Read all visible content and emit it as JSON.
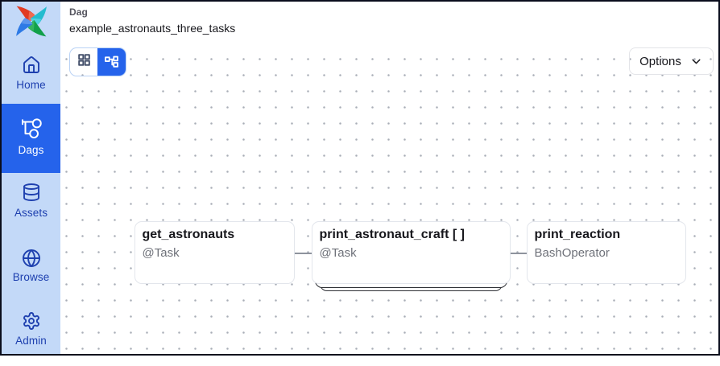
{
  "app": {
    "name": "Airflow"
  },
  "sidebar": {
    "items": [
      {
        "label": "Home",
        "icon": "home-icon",
        "active": false
      },
      {
        "label": "Dags",
        "icon": "dag-icon",
        "active": true
      },
      {
        "label": "Assets",
        "icon": "database-icon",
        "active": false
      },
      {
        "label": "Browse",
        "icon": "globe-icon",
        "active": false
      },
      {
        "label": "Admin",
        "icon": "gear-icon",
        "active": false
      }
    ]
  },
  "header": {
    "kicker": "Dag",
    "title": "example_astronauts_three_tasks"
  },
  "toolbar": {
    "view_toggle": [
      {
        "name": "grid-view",
        "icon": "grid-icon",
        "active": false
      },
      {
        "name": "graph-view",
        "icon": "graph-icon",
        "active": true
      }
    ],
    "options_label": "Options"
  },
  "graph": {
    "nodes": [
      {
        "id": "get_astronauts",
        "title": "get_astronauts",
        "subtitle": "@Task",
        "mapped": false
      },
      {
        "id": "print_astronaut_craft",
        "title": "print_astronaut_craft [ ]",
        "subtitle": "@Task",
        "mapped": true
      },
      {
        "id": "print_reaction",
        "title": "print_reaction",
        "subtitle": "BashOperator",
        "mapped": false
      }
    ],
    "edges": [
      {
        "from": "get_astronauts",
        "to": "print_astronaut_craft"
      },
      {
        "from": "print_astronaut_craft",
        "to": "print_reaction"
      }
    ]
  },
  "colors": {
    "sidebar_bg": "#c3d9f8",
    "accent_blue": "#2563eb",
    "icon_navy": "#1e40af",
    "node_border": "#e3e6ec",
    "subtitle_gray": "#6e7179"
  }
}
